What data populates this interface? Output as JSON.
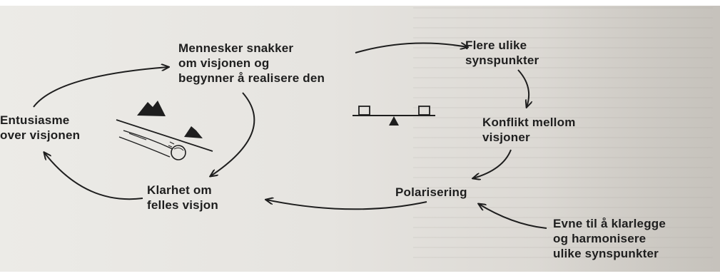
{
  "nodes": {
    "top": "Mennesker snakker\nom visjonen og\nbegynner å realisere den",
    "right_top": "Flere ulike\nsynspunkter",
    "left": "Entusiasme\nover visjonen",
    "right_mid": "Konflikt mellom\nvisjoner",
    "bottom_left": "Klarhet om\nfelles visjon",
    "polarization": "Polarisering",
    "bottom_right": "Evne til å klarlegge\nog harmonisere\nulike synspunkter"
  },
  "icons": {
    "left_illustration": "snowball-rolling-down-hill-icon",
    "center_illustration": "seesaw-balance-icon"
  },
  "colors": {
    "ink": "#1e1e1e",
    "paper": "#e8e6e2"
  }
}
